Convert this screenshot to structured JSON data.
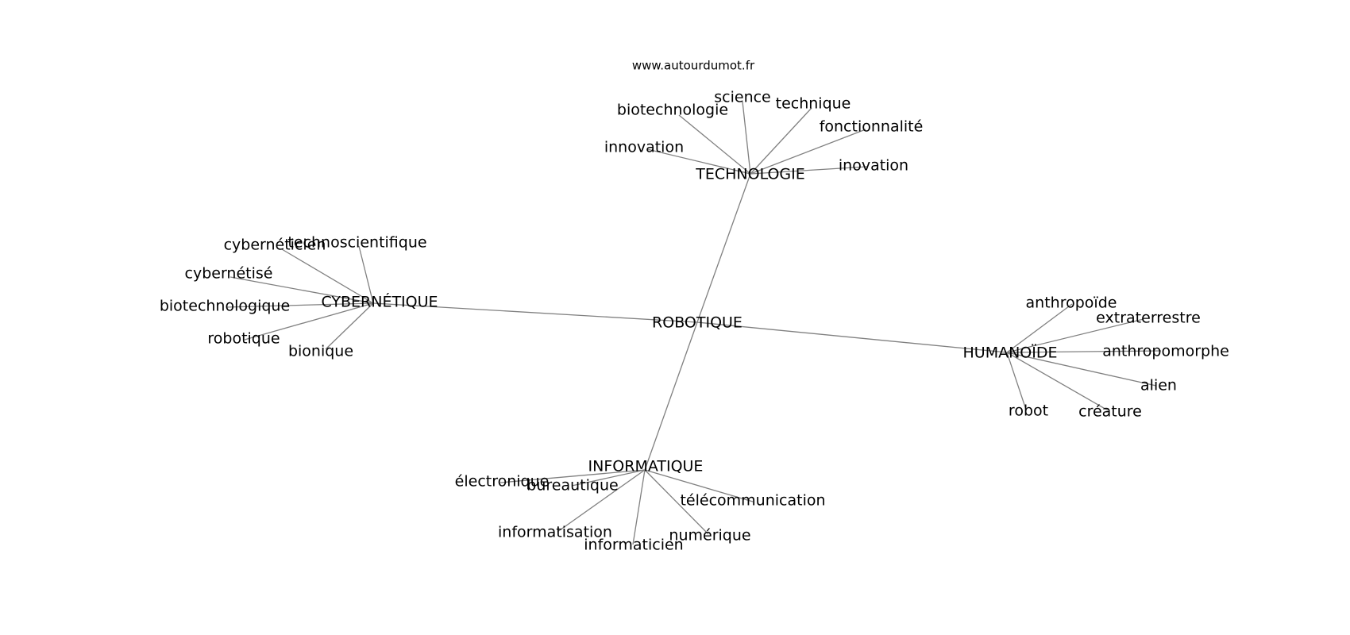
{
  "source": "www.autourdumot.fr",
  "center": {
    "label": "ROBOTIQUE"
  },
  "clusters": [
    {
      "id": "technologie",
      "label": "TECHNOLOGIE",
      "words": [
        "biotechnologie",
        "science",
        "technique",
        "fonctionnalité",
        "innovation",
        "inovation"
      ]
    },
    {
      "id": "cybernetique",
      "label": "CYBERNÉTIQUE",
      "words": [
        "cybernéticien",
        "technoscientifique",
        "cybernétisé",
        "biotechnologique",
        "robotique",
        "bionique"
      ]
    },
    {
      "id": "humanoide",
      "label": "HUMANOÏDE",
      "words": [
        "anthropoïde",
        "extraterrestre",
        "anthropomorphe",
        "alien",
        "robot",
        "créature"
      ]
    },
    {
      "id": "informatique",
      "label": "INFORMATIQUE",
      "words": [
        "électronique",
        "bureautique",
        "télécommunication",
        "informatisation",
        "informaticien",
        "numérique"
      ]
    }
  ]
}
